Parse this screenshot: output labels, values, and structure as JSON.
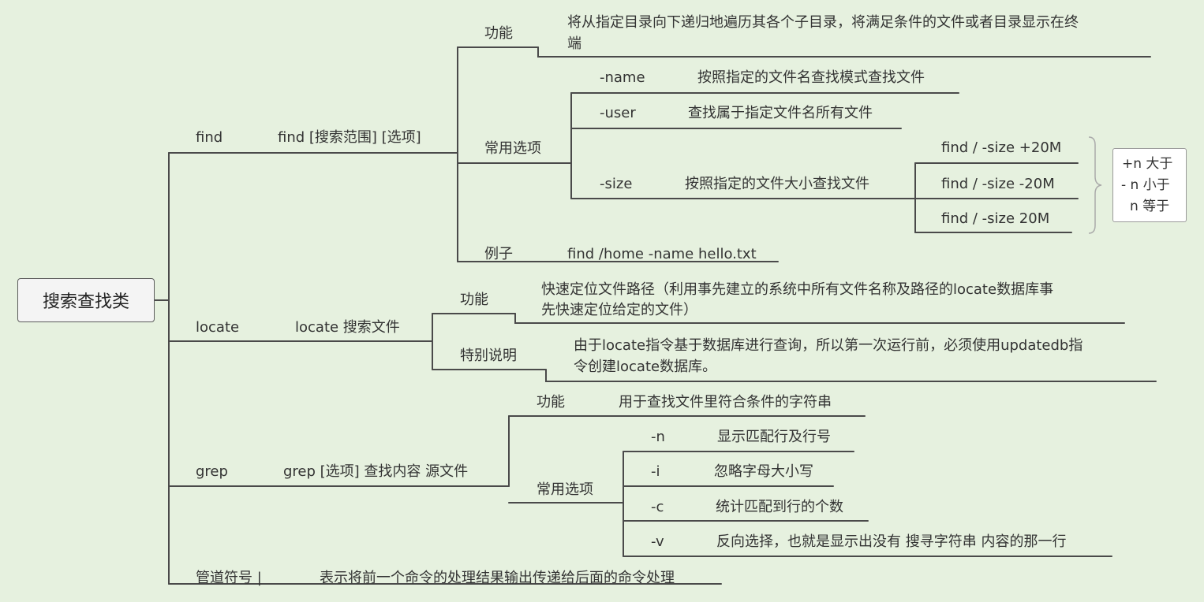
{
  "root": {
    "label": "搜索查找类"
  },
  "find": {
    "label": "find",
    "syntax": "find [搜索范围] [选项]",
    "function_label": "功能",
    "function_line1": "将从指定目录向下递归地遍历其各个子目录，将满足条件的文件或者目录显示在终",
    "function_line2": "端",
    "options_label": "常用选项",
    "options": [
      {
        "flag": "-name",
        "desc": "按照指定的文件名查找模式查找文件"
      },
      {
        "flag": "-user",
        "desc": "查找属于指定文件名所有文件"
      },
      {
        "flag": "-size",
        "desc": "按照指定的文件大小查找文件"
      }
    ],
    "size_examples": [
      "find / -size  +20M",
      "find / -size  -20M",
      "find / -size 20M"
    ],
    "size_note": [
      "+n 大于",
      "- n 小于",
      "n 等于"
    ],
    "example_label": "例子",
    "example_value": "find /home -name hello.txt"
  },
  "locate": {
    "label": "locate",
    "syntax": "locate 搜索文件",
    "function_label": "功能",
    "function_line1": "快速定位文件路径（利用事先建立的系统中所有文件名称及路径的locate数据库事",
    "function_line2": "先快速定位给定的文件）",
    "special_label": "特别说明",
    "special_line1": "由于locate指令基于数据库进行查询，所以第一次运行前，必须使用updatedb指",
    "special_line2": "令创建locate数据库。"
  },
  "grep": {
    "label": "grep",
    "syntax": "grep [选项] 查找内容 源文件",
    "function_label": "功能",
    "function_value": "用于查找文件里符合条件的字符串",
    "options_label": "常用选项",
    "options": [
      {
        "flag": "-n",
        "desc": "显示匹配行及行号"
      },
      {
        "flag": "-i",
        "desc": "忽略字母大小写"
      },
      {
        "flag": "-c",
        "desc": "统计匹配到行的个数"
      },
      {
        "flag": "-v",
        "desc": "反向选择，也就是显示出没有 搜寻字符串 内容的那一行"
      }
    ]
  },
  "pipe": {
    "label": "管道符号 |",
    "desc": "表示将前一个命令的处理结果输出传递给后面的命令处理"
  },
  "colors": {
    "background": "#e6f1df",
    "line": "#4a4a4a",
    "text": "#333333",
    "bracket": "#aaaaaa"
  }
}
